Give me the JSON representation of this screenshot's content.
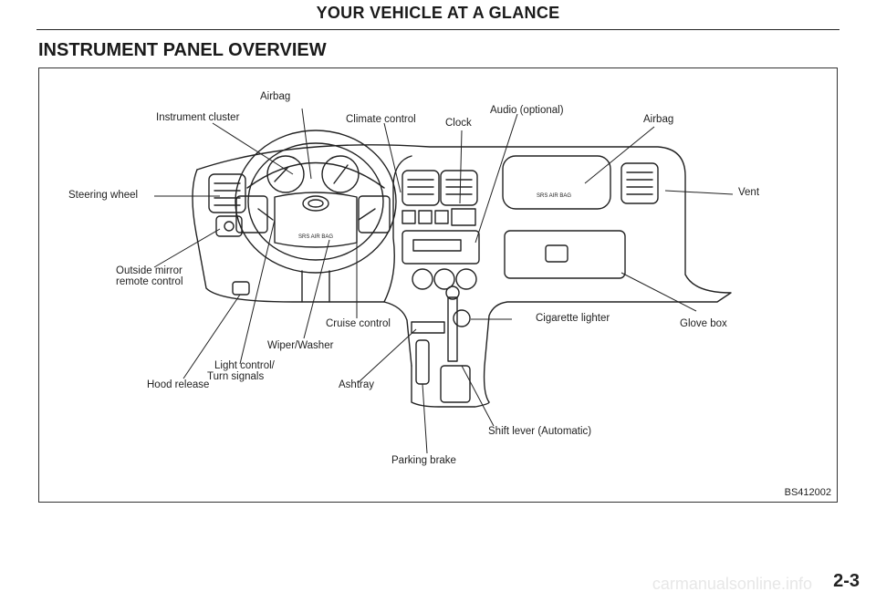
{
  "header": {
    "title": "YOUR VEHICLE AT A GLANCE"
  },
  "section": {
    "title": "INSTRUMENT PANEL OVERVIEW"
  },
  "labels": {
    "airbag_top": "Airbag",
    "instrument_cluster": "Instrument cluster",
    "climate_control": "Climate control",
    "clock": "Clock",
    "audio": "Audio (optional)",
    "airbag_right": "Airbag",
    "steering_wheel": "Steering wheel",
    "vent": "Vent",
    "outside_mirror_1": "Outside mirror",
    "outside_mirror_2": "remote control",
    "cruise_control": "Cruise control",
    "cigarette_lighter": "Cigarette lighter",
    "glove_box": "Glove box",
    "wiper_washer": "Wiper/Washer",
    "light_control_1": "Light control/",
    "light_control_2": "Turn signals",
    "hood_release": "Hood release",
    "ashtray": "Ashtray",
    "shift_lever": "Shift lever (Automatic)",
    "parking_brake": "Parking brake"
  },
  "srs_wheel": "SRS AIR BAG",
  "srs_dash": "SRS AIR BAG",
  "figure_code": "BS412002",
  "page_number": "2-3",
  "watermark": "carmanualsonline.info"
}
